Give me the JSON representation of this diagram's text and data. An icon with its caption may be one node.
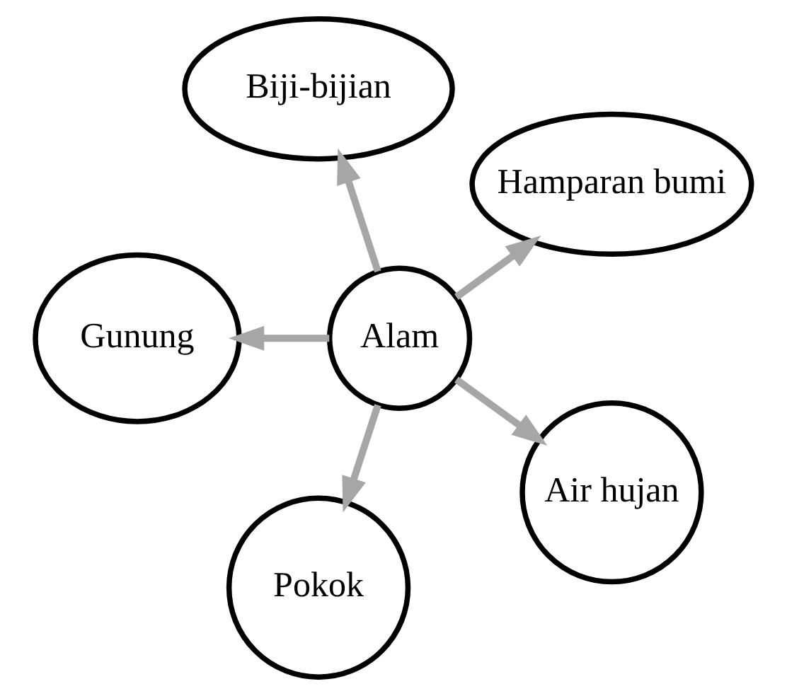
{
  "diagram": {
    "nodes": [
      {
        "text": [
          "Hamparan bumi"
        ]
      },
      {
        "text": [
          "Biji-bijian"
        ]
      },
      {
        "text": [
          "Alam"
        ]
      },
      {
        "text": [
          "Gunung"
        ]
      },
      {
        "text": [
          "Pokok"
        ]
      },
      {
        "text": [
          "Air hujan"
        ]
      }
    ],
    "edges": [
      {
        "from": 2,
        "to": 0,
        "arrow": "to"
      },
      {
        "from": 2,
        "to": 3,
        "arrow": "to"
      },
      {
        "from": 2,
        "to": 5,
        "arrow": "to"
      },
      {
        "from": 2,
        "to": 4,
        "arrow": "to"
      },
      {
        "from": 2,
        "to": 1,
        "arrow": "to"
      }
    ]
  }
}
